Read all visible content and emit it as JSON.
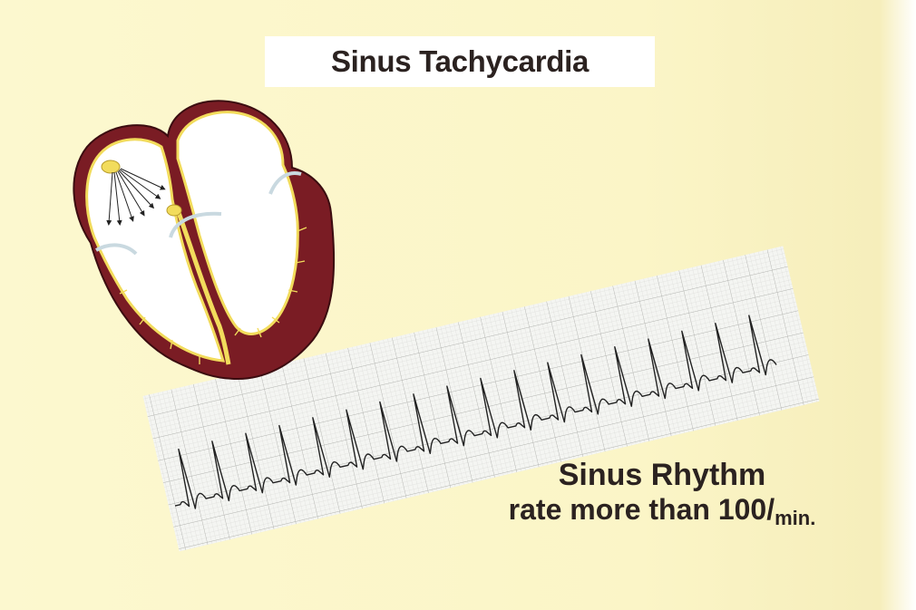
{
  "title": "Sinus Tachycardia",
  "caption": {
    "line1": "Sinus Rhythm",
    "line2_main": "rate more than 100/",
    "line2_unit": "min."
  },
  "colors": {
    "background": "#fbf6c9",
    "myocardium": "#7a1c24",
    "conduction": "#f2dc5c",
    "chamber": "#ffffff",
    "valve": "#c9d9e0",
    "ecg_paper": "#f4f5f2",
    "ecg_trace": "#222222"
  },
  "diagram": {
    "icons": [
      "heart-cross-section-icon",
      "sa-node-icon",
      "av-node-icon",
      "ecg-strip-icon"
    ]
  }
}
